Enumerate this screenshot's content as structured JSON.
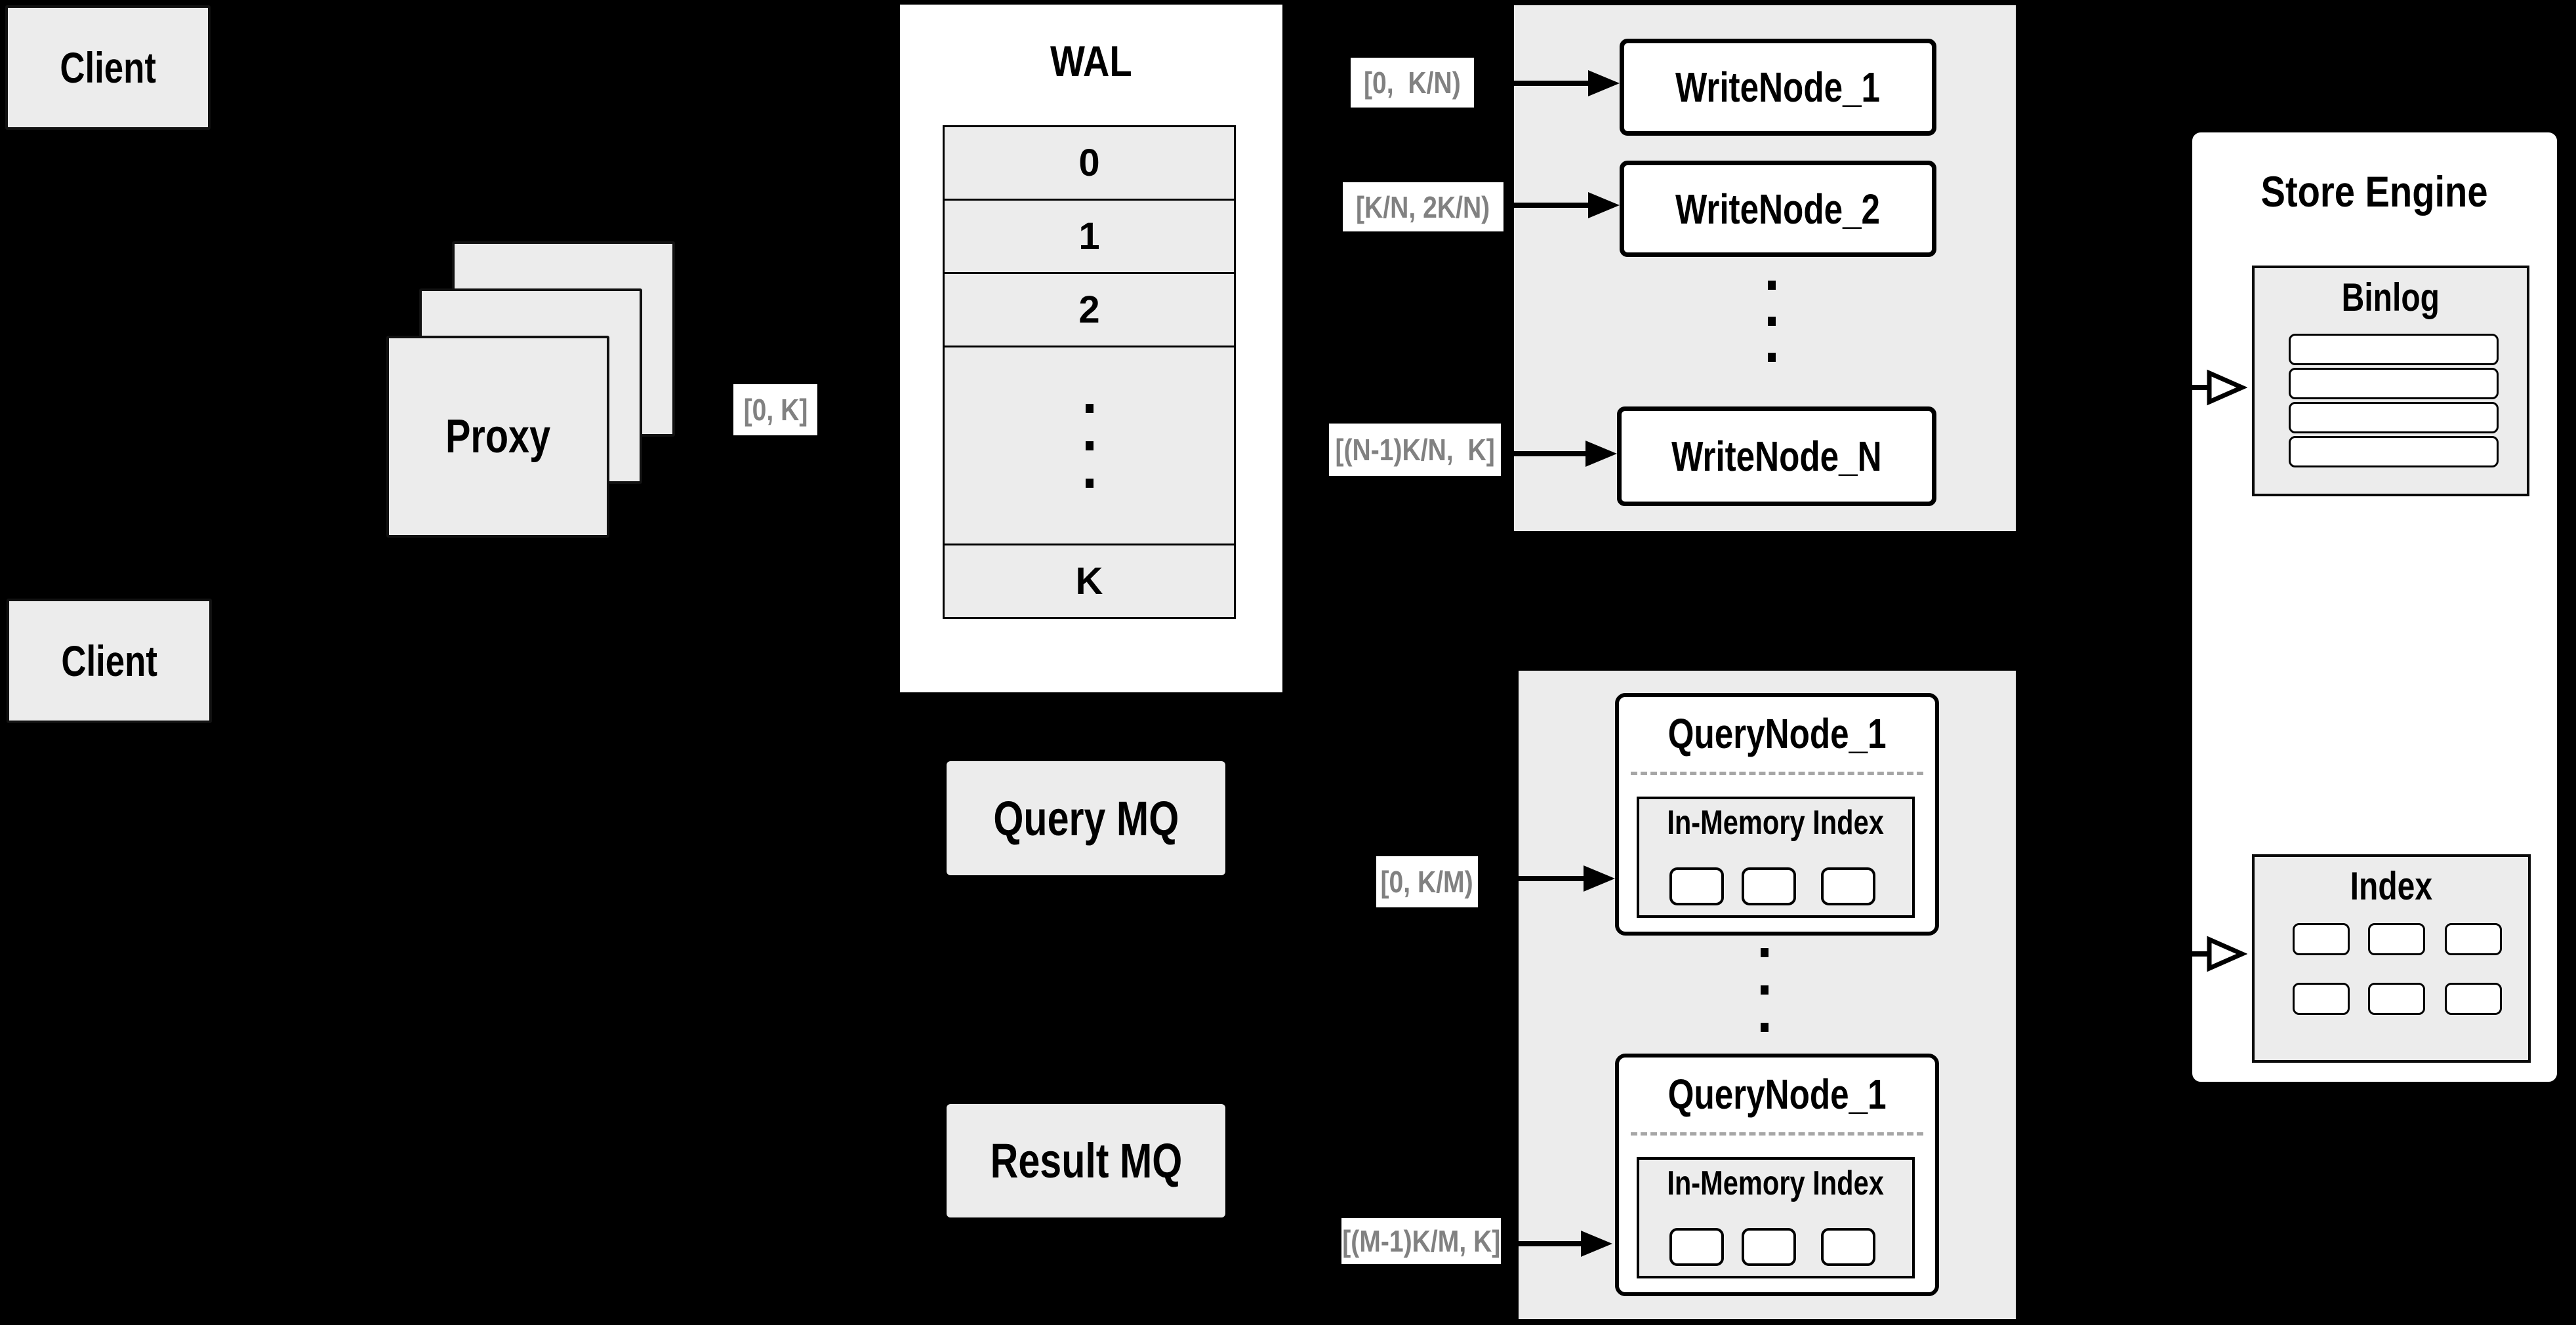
{
  "diagram": {
    "clients": {
      "top": "Client",
      "bottom": "Client"
    },
    "proxy": {
      "label": "Proxy"
    },
    "wal": {
      "title": "WAL",
      "rows": [
        "0",
        "1",
        "2",
        "K"
      ]
    },
    "range_labels": {
      "proxy_to_wal": "[0, K]",
      "write_1": "[0,  K/N)",
      "write_2": "[K/N, 2K/N)",
      "write_n": "[(N-1)K/N,  K]",
      "query_1": "[0, K/M)",
      "query_m": "[(M-1)K/M, K]"
    },
    "write_nodes": {
      "node_1": "WriteNode_1",
      "node_2": "WriteNode_2",
      "node_n": "WriteNode_N"
    },
    "mq": {
      "query": "Query MQ",
      "result": "Result MQ"
    },
    "query_nodes": {
      "top": {
        "title": "QueryNode_1",
        "index_label": "In-Memory Index"
      },
      "bottom": {
        "title": "QueryNode_1",
        "index_label": "In-Memory Index"
      }
    },
    "store_engine": {
      "title": "Store Engine",
      "binlog": "Binlog",
      "index": "Index"
    },
    "colors": {
      "background": "#000000",
      "box_fill": "#ececec",
      "node_fill": "#ffffff",
      "border": "#000000",
      "label_text": "#818181"
    }
  }
}
